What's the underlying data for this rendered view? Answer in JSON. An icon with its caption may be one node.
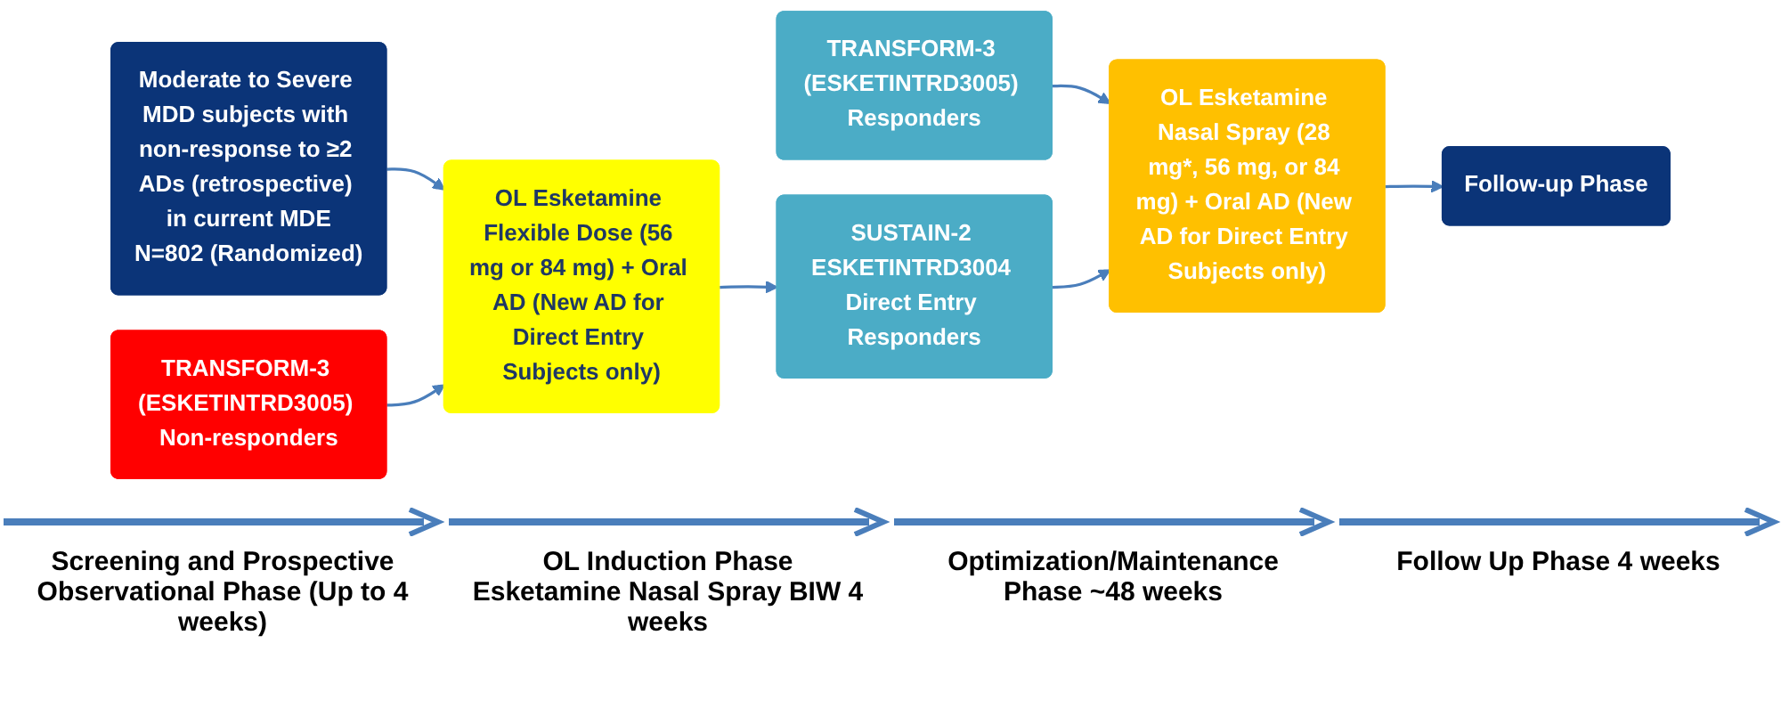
{
  "diagram": {
    "nodes": [
      {
        "text": [
          "Moderate to Severe MDD subjects with non-response to ≥2 ADs (retrospective) in current MDE",
          "N=802 (Randomized)"
        ]
      },
      {
        "text": [
          "TRANSFORM-3 (ESKETINTRD3005) Non-responders"
        ]
      },
      {
        "text": [
          "TRANSFORM-3 (ESKETINTRD3005) Responders"
        ]
      },
      {
        "text": [
          "OL Esketamine Flexible Dose (56 mg or 84 mg) + Oral AD (New AD for Direct Entry Subjects only)"
        ]
      },
      {
        "text": [
          "SUSTAIN-2 ESKETINTRD3004 Direct Entry Responders"
        ]
      },
      {
        "text": [
          "OL Esketamine Nasal Spray (28 mg*, 56 mg, or 84 mg) + Oral AD (New AD for Direct Entry Subjects only)"
        ]
      },
      {
        "text": [
          "Follow-up Phase"
        ]
      }
    ],
    "edges": [
      {
        "from": 0,
        "to": 3,
        "arrow": "to"
      },
      {
        "from": 1,
        "to": 3,
        "arrow": "to"
      },
      {
        "from": 3,
        "to": 4,
        "arrow": "to"
      },
      {
        "from": 2,
        "to": 5,
        "arrow": "to"
      },
      {
        "from": 4,
        "to": 5,
        "arrow": "to"
      },
      {
        "from": 5,
        "to": 6,
        "arrow": "to"
      }
    ],
    "labels": [
      "Screening and Prospective Observational Phase (Up to 4 weeks)",
      "OL Induction Phase Esketamine Nasal Spray BIW 4 weeks",
      "Optimization/Maintenance Phase ~48 weeks",
      "Follow Up Phase 4 weeks"
    ]
  }
}
